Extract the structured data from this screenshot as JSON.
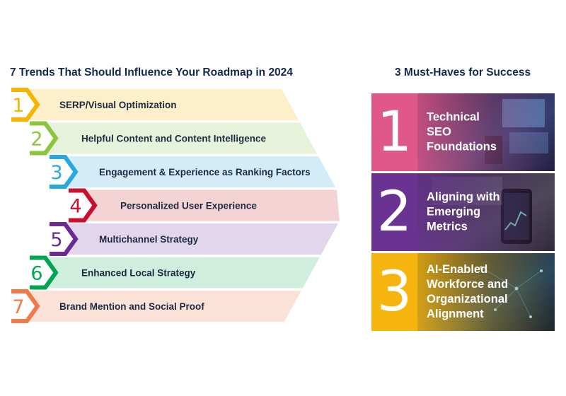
{
  "left_heading": "7 Trends That Should Influence Your Roadmap in 2024",
  "right_heading": "3 Must-Haves for Success",
  "trends": [
    {
      "number": "1",
      "label": "SERP/Visual Optimization",
      "accent": "#f5b400",
      "fill": "#fcefc9"
    },
    {
      "number": "2",
      "label": "Helpful Content and Content Intelligence",
      "accent": "#8cc63f",
      "fill": "#e6f2d9"
    },
    {
      "number": "3",
      "label": "Engagement & Experience as Ranking Factors",
      "accent": "#29a8e0",
      "fill": "#d4ecf8"
    },
    {
      "number": "4",
      "label": "Personalized User Experience",
      "accent": "#c8102e",
      "fill": "#f3d3d3"
    },
    {
      "number": "5",
      "label": "Multichannel Strategy",
      "accent": "#6a2c91",
      "fill": "#e2d6ec"
    },
    {
      "number": "6",
      "label": "Enhanced Local Strategy",
      "accent": "#00a651",
      "fill": "#cfeedd"
    },
    {
      "number": "7",
      "label": "Brand Mention and Social Proof",
      "accent": "#f07a4a",
      "fill": "#fbe2d6"
    }
  ],
  "must_haves": [
    {
      "number": "1",
      "label": "Technical\nSEO\nFoundations",
      "color": "#e0578a"
    },
    {
      "number": "2",
      "label": "Aligning with\nEmerging\nMetrics",
      "color": "#6a3393"
    },
    {
      "number": "3",
      "label": "AI-Enabled\nWorkforce and\nOrganizational\nAlignment",
      "color": "#f6b40e"
    }
  ]
}
